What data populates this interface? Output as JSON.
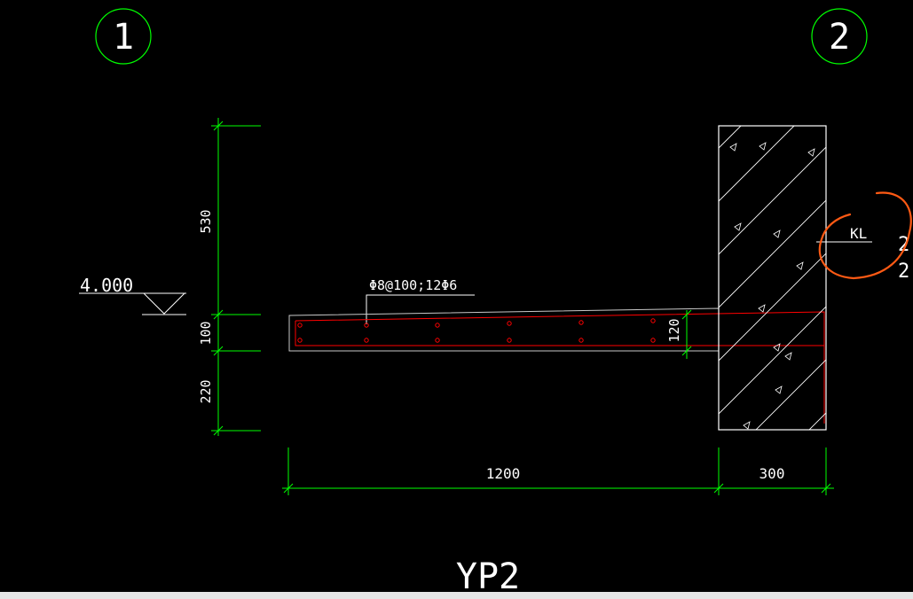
{
  "drawing": {
    "title": "YP2",
    "grid_axes": [
      {
        "label": "1",
        "color": "#00ff00"
      },
      {
        "label": "2",
        "color": "#00ff00"
      }
    ],
    "elevation": "4.000",
    "rebar_note": "Φ8@100;12Φ6",
    "beam_label": "KL",
    "cutoff_text": "2",
    "dimensions": {
      "vertical": [
        "530",
        "100",
        "220"
      ],
      "slab_thickness": "120",
      "horizontal": [
        "1200",
        "300"
      ]
    },
    "colors": {
      "background": "#000000",
      "dimension": "#00ff00",
      "outline": "#ffffff",
      "rebar": "#ff0000",
      "markup": "#ff5a14"
    }
  }
}
